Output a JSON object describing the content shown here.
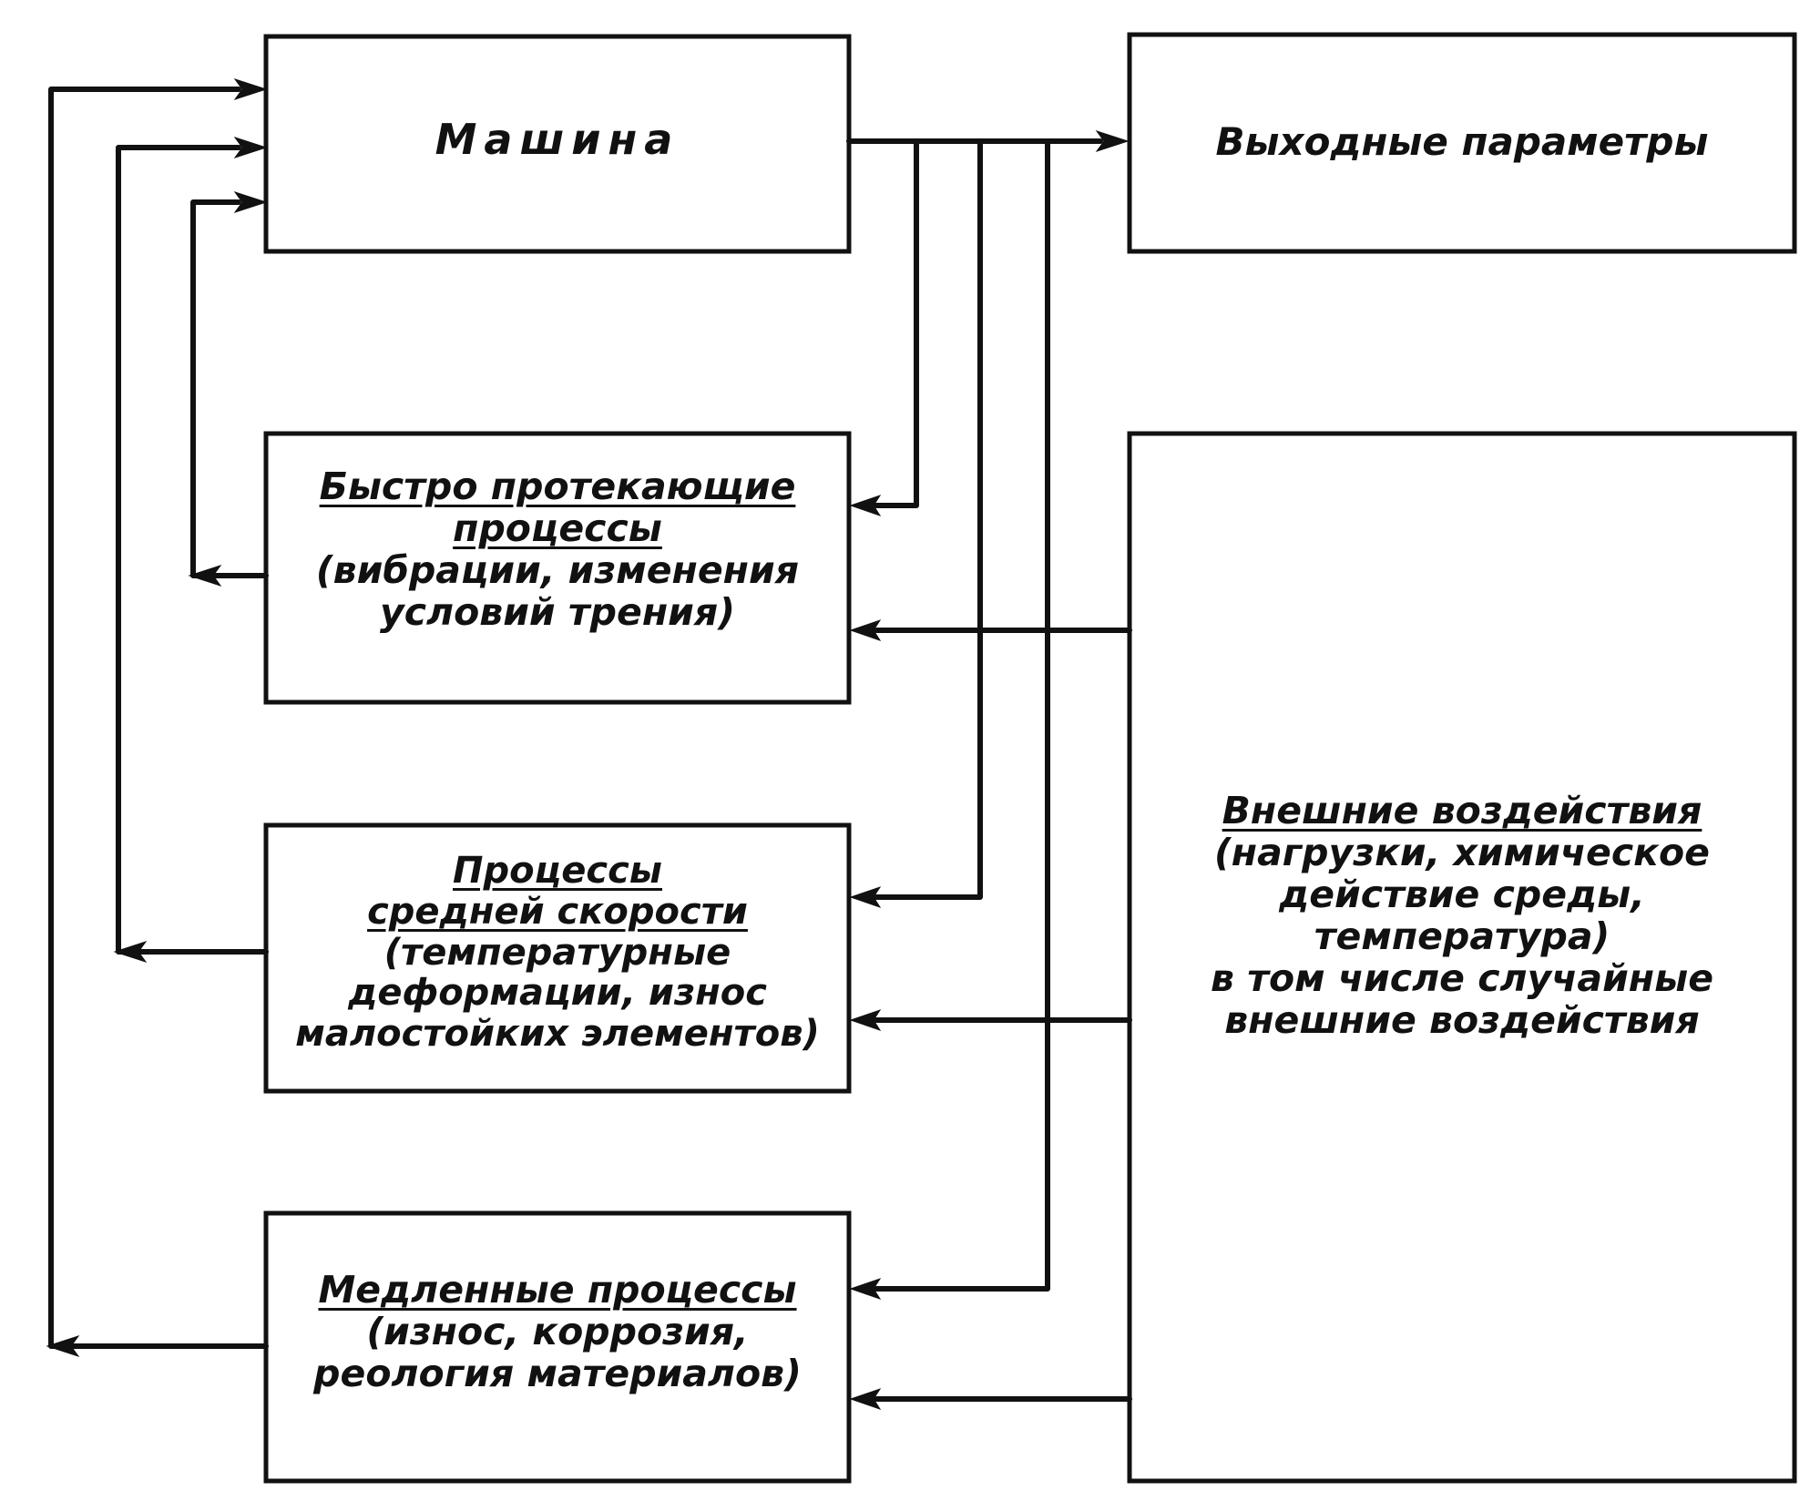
{
  "nodes": {
    "machine": {
      "title": "Машина"
    },
    "outputs": {
      "title": "Выходные параметры"
    },
    "fast": {
      "title_lines": [
        "Быстро протекающие",
        "процессы"
      ],
      "detail_lines": [
        "(вибрации, изменения",
        "условий трения)"
      ]
    },
    "medium": {
      "title_lines": [
        "Процессы",
        "средней скорости"
      ],
      "detail_lines": [
        "(температурные",
        "деформации, износ",
        "малостойких элементов)"
      ]
    },
    "slow": {
      "title_lines": [
        "Медленные процессы"
      ],
      "detail_lines": [
        "(износ, коррозия,",
        "реология материалов)"
      ]
    },
    "external": {
      "title_lines": [
        "Внешние воздействия"
      ],
      "detail_lines": [
        "(нагрузки, химическое",
        "действие среды,",
        "температура)",
        "в том числе случайные",
        "внешние воздействия"
      ]
    }
  },
  "colors": {
    "ink": "#111111",
    "paper": "#ffffff"
  }
}
